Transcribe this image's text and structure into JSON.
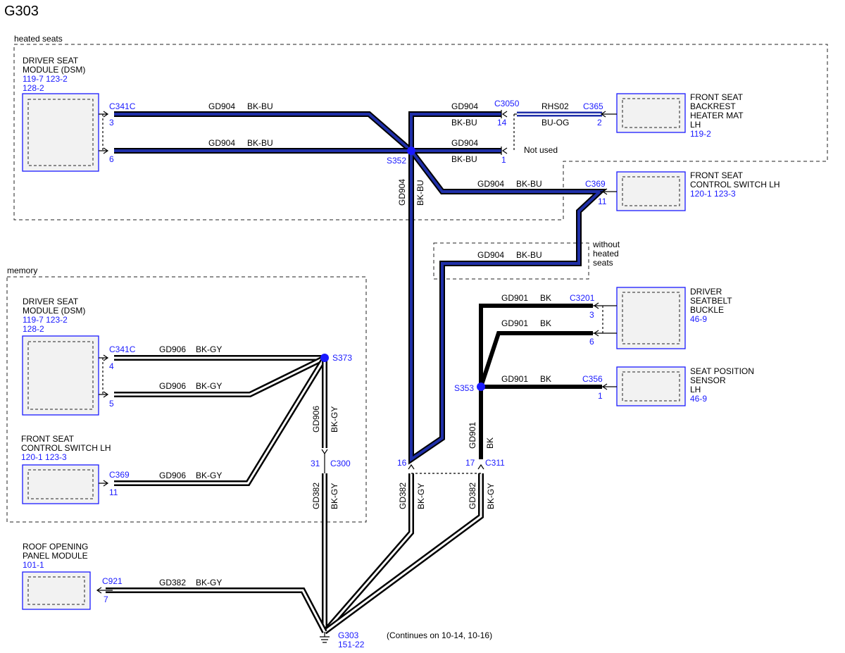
{
  "title": "G303",
  "groups": {
    "heated_seats": "heated seats",
    "memory": "memory",
    "without_heated_seats": [
      "without",
      "heated",
      "seats"
    ]
  },
  "components": {
    "dsm_heated": {
      "name": [
        "DRIVER SEAT",
        "MODULE (DSM)"
      ],
      "refs": [
        "119-7  123-2",
        "128-2"
      ]
    },
    "backrest_mat": {
      "name": [
        "FRONT SEAT",
        "BACKREST",
        "HEATER MAT",
        "LH"
      ],
      "refs": [
        "119-2"
      ]
    },
    "switch_heated": {
      "name": [
        "FRONT SEAT",
        "CONTROL SWITCH LH"
      ],
      "refs": [
        "120-1  123-3"
      ]
    },
    "dsm_memory": {
      "name": [
        "DRIVER SEAT",
        "MODULE (DSM)"
      ],
      "refs": [
        "119-7  123-2",
        "128-2"
      ]
    },
    "switch_memory": {
      "name": [
        "FRONT SEAT",
        "CONTROL SWITCH LH"
      ],
      "refs": [
        "120-1  123-3"
      ]
    },
    "seatbelt_buckle": {
      "name": [
        "DRIVER",
        "SEATBELT",
        "BUCKLE"
      ],
      "refs": [
        "46-9"
      ]
    },
    "seat_position_sensor": {
      "name": [
        "SEAT POSITION",
        "SENSOR",
        "LH"
      ],
      "refs": [
        "46-9"
      ]
    },
    "roof_module": {
      "name": [
        "ROOF OPENING",
        "PANEL MODULE"
      ],
      "refs": [
        "101-1"
      ]
    }
  },
  "connectors": {
    "c341c_a": {
      "name": "C341C",
      "pins": [
        "3",
        "6"
      ]
    },
    "c3050": {
      "name": "C3050",
      "pins": [
        "14",
        "1"
      ]
    },
    "c365": {
      "name": "C365",
      "pin": "2"
    },
    "c369_a": {
      "name": "C369",
      "pin": "11"
    },
    "c341c_b": {
      "name": "C341C",
      "pins": [
        "4",
        "5"
      ]
    },
    "c369_b": {
      "name": "C369",
      "pin": "11"
    },
    "c3201": {
      "name": "C3201",
      "pins": [
        "3",
        "6"
      ]
    },
    "c356": {
      "name": "C356",
      "pin": "1"
    },
    "c300": {
      "name": "C300",
      "pin": "31"
    },
    "c311": {
      "name": "C311",
      "pins": [
        "16",
        "17"
      ]
    },
    "c921": {
      "name": "C921",
      "pin": "7"
    }
  },
  "splices": {
    "s352": "S352",
    "s373": "S373",
    "s353": "S353"
  },
  "wires": {
    "gd904": "GD904",
    "bk_bu": "BK-BU",
    "rhs02": "RHS02",
    "bu_og": "BU-OG",
    "gd906": "GD906",
    "bk_gy": "BK-GY",
    "gd901": "GD901",
    "bk": "BK",
    "gd382": "GD382"
  },
  "notes": {
    "not_used": "Not used",
    "continues": "(Continues on 10-14, 10-16)"
  },
  "ground": {
    "name": "G303",
    "ref": "151-22"
  },
  "colors": {
    "wire_blue": "#1f2fa8",
    "label_blue": "#1a1aff",
    "box_fill": "#f2f2f2"
  }
}
